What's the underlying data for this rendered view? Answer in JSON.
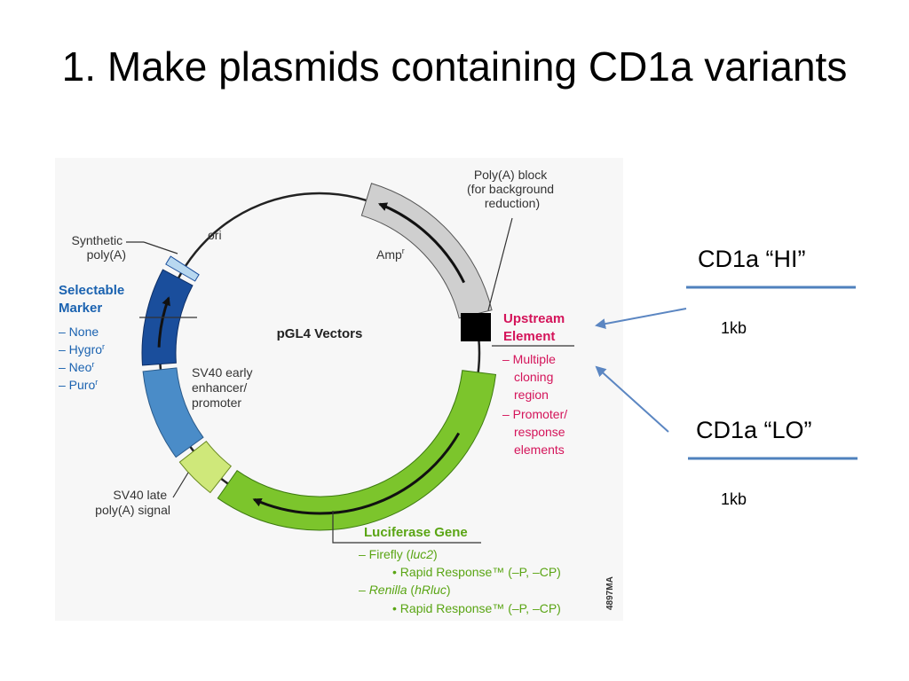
{
  "slide": {
    "title": "1. Make plasmids containing CD1a variants"
  },
  "diagram": {
    "center": "pGL4 Vectors",
    "ori": "ori",
    "amp_text": "Amp",
    "amp_sup": "r",
    "polya_block": [
      "Poly(A) block",
      "(for background",
      "reduction)"
    ],
    "synthetic_polya": [
      "Synthetic",
      "poly(A)"
    ],
    "selectable_marker": {
      "title": [
        "Selectable",
        "Marker"
      ],
      "options": [
        "– None",
        "– Hygro",
        "– Neo",
        "– Puro"
      ],
      "option_sup": "r"
    },
    "sv40_early": [
      "SV40 early",
      "enhancer/",
      "promoter"
    ],
    "sv40_late": [
      "SV40 late",
      "poly(A) signal"
    ],
    "upstream": {
      "title": [
        "Upstream",
        "Element"
      ],
      "items": [
        "– Multiple",
        "cloning",
        "region",
        "– Promoter/",
        "response",
        "elements"
      ]
    },
    "luciferase": {
      "title": "Luciferase Gene",
      "firefly_prefix": "– Firefly (",
      "firefly_gene": "luc2",
      "firefly_suffix": ")",
      "bullet1": "• Rapid Response™ (–P, –CP)",
      "renilla_prefix": "– ",
      "renilla_name": "Renilla",
      "renilla_mid": " (",
      "renilla_gene": "hRluc",
      "renilla_suffix": ")",
      "bullet2": "• Rapid Response™ (–P, –CP)"
    },
    "catalog": "4897MA",
    "colors": {
      "marker_dark": "#1a4e9c",
      "marker_light": "#4a8cc8",
      "amp": "#cfcfcf",
      "luciferase": "#7cc52c",
      "sv40_late": "#cfe87a",
      "upstream_text": "#d4145a",
      "selectable_text": "#1a62b0",
      "luciferase_text": "#5aa514"
    }
  },
  "variants": [
    {
      "label": "CD1a “HI”",
      "size": "1kb"
    },
    {
      "label": "CD1a “LO”",
      "size": "1kb"
    }
  ]
}
